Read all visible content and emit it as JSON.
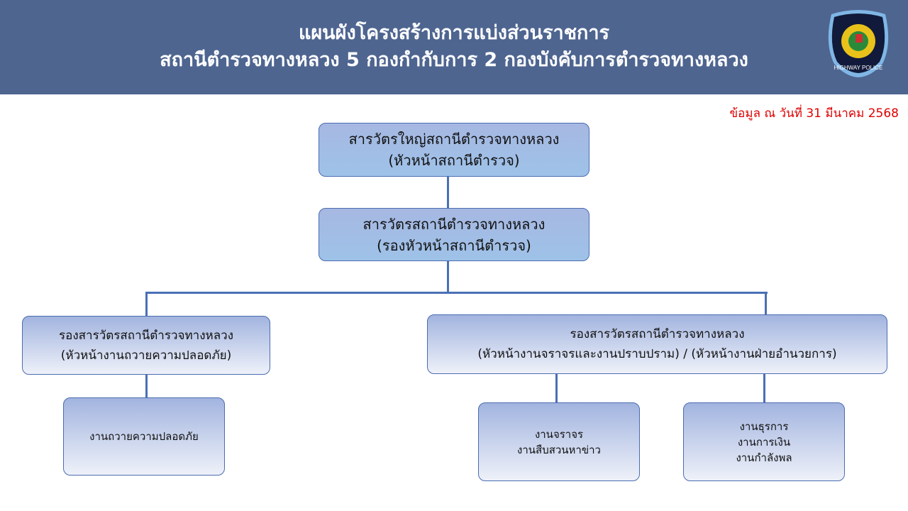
{
  "header": {
    "title_line1": "แผนผังโครงสร้างการแบ่งส่วนราชการ",
    "title_line2": "สถานีตำรวจทางหลวง 5 กองกำกับการ 2 กองบังคับการตำรวจทางหลวง",
    "logo_text": "HIGHWAY POLICE"
  },
  "date_note": "ข้อมูล ณ วันที่ 31 มีนาคม 2568",
  "nodes": {
    "chief": {
      "line1": "สารวัตรใหญ่สถานีตำรวจทางหลวง",
      "line2": "(หัวหน้าสถานีตำรวจ)"
    },
    "deputy": {
      "line1": "สารวัตรสถานีตำรวจทางหลวง",
      "line2": "(รองหัวหน้าสถานีตำรวจ)"
    },
    "left_sub": {
      "line1": "รองสารวัตรสถานีตำรวจทางหลวง",
      "line2": "(หัวหน้างานถวายความปลอดภัย)"
    },
    "right_sub": {
      "line1": "รองสารวัตรสถานีตำรวจทางหลวง",
      "line2": "(หัวหน้างานจราจรและงานปราบปราม) / (หัวหน้างานฝ่ายอำนวยการ)"
    },
    "unit_security": {
      "line1": "งานถวายความปลอดภัย"
    },
    "unit_traffic": {
      "line1": "งานจราจร",
      "line2": "งานสืบสวนหาข่าว"
    },
    "unit_admin": {
      "line1": "งานธุรการ",
      "line2": "งานการเงิน",
      "line3": "งานกำลังพล"
    }
  }
}
